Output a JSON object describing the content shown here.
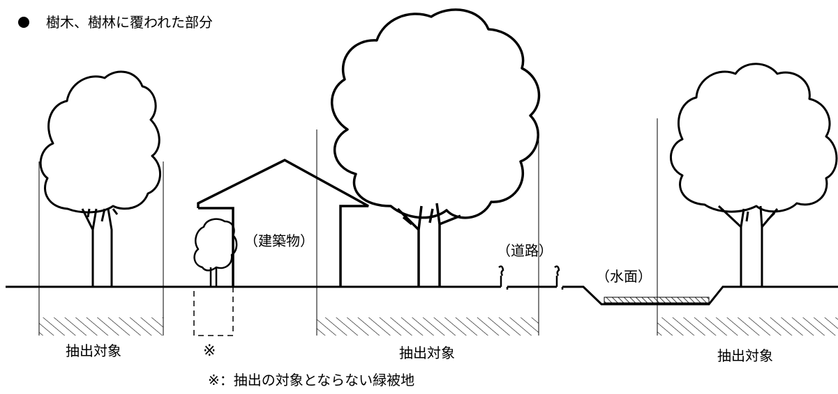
{
  "title": "樹木、樹林に覆われた部分",
  "labels": {
    "building": "（建築物）",
    "road": "（道路）",
    "water": "（水面）",
    "extract_left": "抽出対象",
    "extract_center": "抽出対象",
    "extract_right": "抽出対象",
    "asterisk": "※",
    "note": "※：抽出の対象とならない緑被地"
  },
  "colors": {
    "ink": "#000000",
    "background": "#ffffff"
  }
}
